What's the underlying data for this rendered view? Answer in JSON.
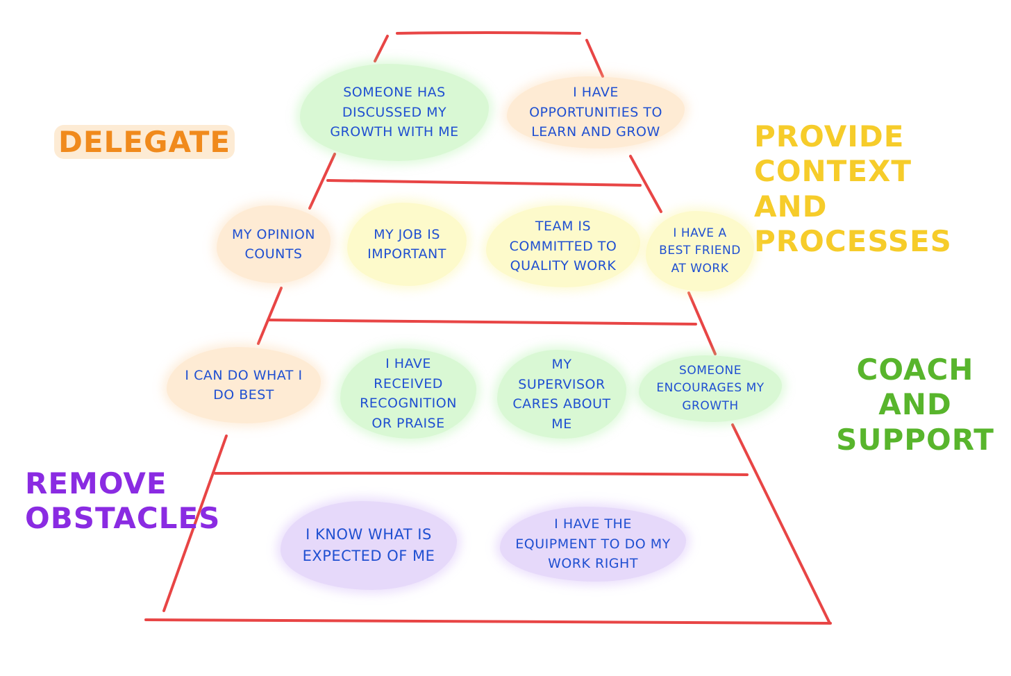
{
  "colors": {
    "pyramid_lines": "#e84545",
    "note_text": "#1f4fd1",
    "delegate": "#f08a1c",
    "context": "#f6cc2a",
    "coach": "#58b52c",
    "remove": "#8a2be2"
  },
  "side_labels": {
    "delegate": "DELEGATE",
    "context_line1": "PROVIDE CONTEXT",
    "context_line2": "AND PROCESSES",
    "coach_line1": "COACH AND",
    "coach_line2": "SUPPORT",
    "remove_line1": "REMOVE",
    "remove_line2": "OBSTACLES"
  },
  "tiers": {
    "top": [
      {
        "text": "SOMEONE HAS DISCUSSED MY GROWTH WITH ME",
        "color": "green"
      },
      {
        "text": "I HAVE OPPORTUNITIES TO LEARN AND GROW",
        "color": "orange"
      }
    ],
    "second": [
      {
        "text": "MY OPINION COUNTS",
        "color": "orange"
      },
      {
        "text": "MY JOB IS IMPORTANT",
        "color": "yellow"
      },
      {
        "text": "TEAM IS COMMITTED TO QUALITY WORK",
        "color": "yellow"
      },
      {
        "text": "I HAVE A BEST FRIEND AT WORK",
        "color": "yellow"
      }
    ],
    "third": [
      {
        "text": "I CAN DO WHAT I DO BEST",
        "color": "orange"
      },
      {
        "text": "I HAVE RECEIVED RECOGNITION OR PRAISE",
        "color": "green"
      },
      {
        "text": "MY SUPERVISOR CARES ABOUT ME",
        "color": "green"
      },
      {
        "text": "SOMEONE ENCOURAGES MY GROWTH",
        "color": "green"
      }
    ],
    "bottom": [
      {
        "text": "I KNOW WHAT IS EXPECTED OF ME",
        "color": "purple"
      },
      {
        "text": "I HAVE THE EQUIPMENT TO DO MY WORK RIGHT",
        "color": "purple"
      }
    ]
  }
}
